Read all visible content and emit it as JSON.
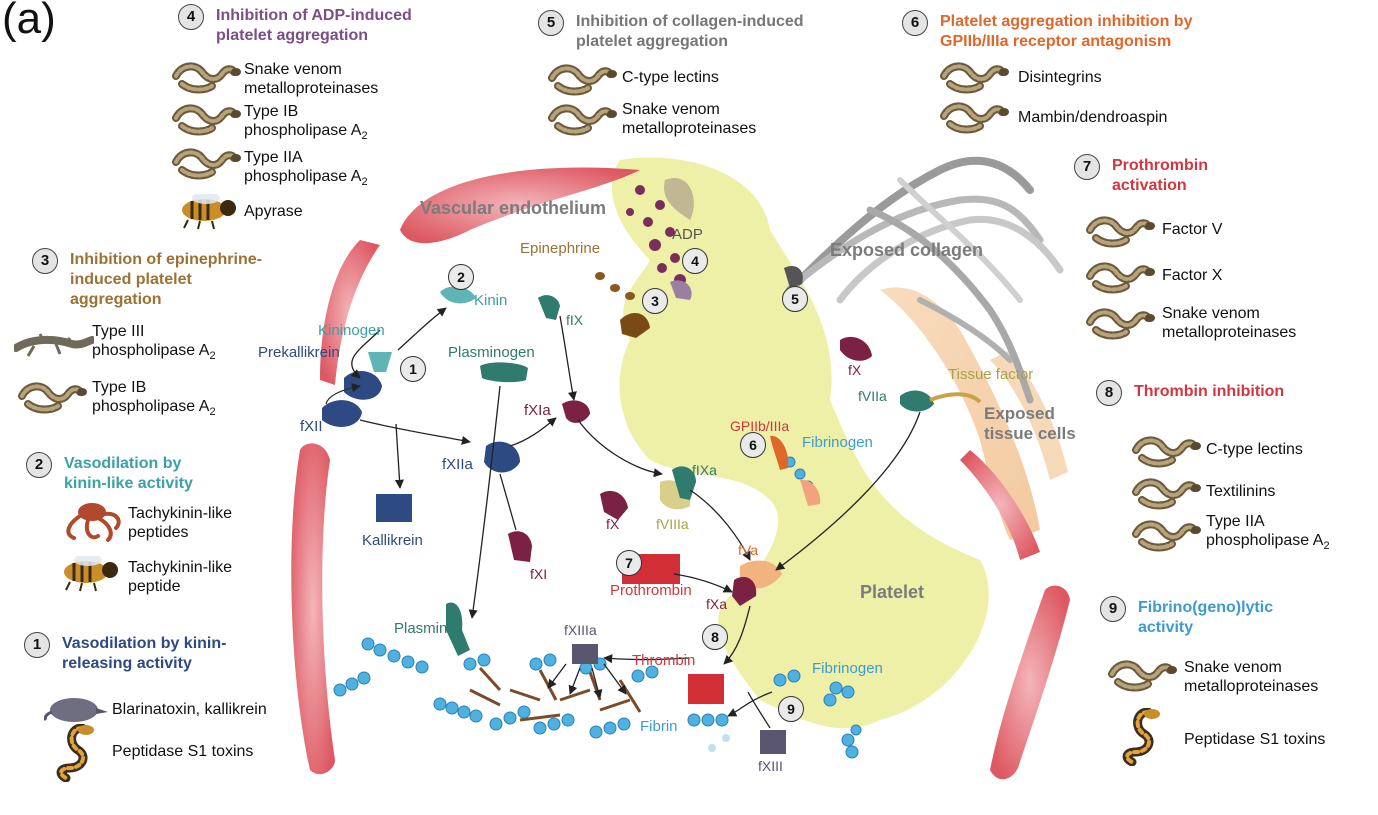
{
  "panel_label": "(a)",
  "colors": {
    "purple": "#7a4f86",
    "gray": "#767676",
    "orange": "#e0672a",
    "red": "#d2363e",
    "brown": "#9c7234",
    "teal": "#3aa1a6",
    "navy": "#2d4a82",
    "blue": "#3d9ad3",
    "platelet": "#eef0a7",
    "endothelium": "#e56b73"
  },
  "categories": [
    {
      "num": "1",
      "title": [
        "Vasodilation by kinin-",
        "releasing  activity"
      ],
      "color": "navy",
      "items": [
        {
          "icon": "shrew-icon",
          "text": [
            "Blarinatoxin, kallikrein"
          ]
        },
        {
          "icon": "lizard-icon",
          "text": [
            "Peptidase S1 toxins"
          ]
        }
      ]
    },
    {
      "num": "2",
      "title": [
        "Vasodilation by",
        "kinin-like activity"
      ],
      "color": "teal",
      "items": [
        {
          "icon": "octopus-icon",
          "text": [
            "Tachykinin-like",
            "peptides"
          ]
        },
        {
          "icon": "bee-icon",
          "text": [
            "Tachykinin-like",
            "peptide"
          ]
        }
      ]
    },
    {
      "num": "3",
      "title": [
        "Inhibition of epinephrine-",
        "induced platelet",
        "aggregation"
      ],
      "color": "brown",
      "items": [
        {
          "icon": "lizard-icon",
          "text": [
            "Type III",
            "phospholipase A2"
          ]
        },
        {
          "icon": "snake-icon",
          "text": [
            "Type IB",
            "phospholipase A2"
          ]
        }
      ]
    },
    {
      "num": "4",
      "title": [
        "Inhibition of ADP-induced",
        "platelet aggregation"
      ],
      "color": "purple",
      "items": [
        {
          "icon": "snake-icon",
          "text": [
            "Snake venom",
            "metalloproteinases"
          ]
        },
        {
          "icon": "snake-icon",
          "text": [
            "Type IB",
            "phospholipase A2"
          ]
        },
        {
          "icon": "snake-icon",
          "text": [
            "Type IIA",
            "phospholipase A2"
          ]
        },
        {
          "icon": "bee-icon",
          "text": [
            "Apyrase"
          ]
        }
      ]
    },
    {
      "num": "5",
      "title": [
        "Inhibition of collagen-induced",
        "platelet aggregation"
      ],
      "color": "gray",
      "items": [
        {
          "icon": "snake-icon",
          "text": [
            "C-type lectins"
          ]
        },
        {
          "icon": "snake-icon",
          "text": [
            "Snake venom",
            "metalloproteinases"
          ]
        }
      ]
    },
    {
      "num": "6",
      "title": [
        "Platelet aggregation inhibition by",
        "GPIIb/IIIa receptor antagonism"
      ],
      "color": "orange",
      "items": [
        {
          "icon": "snake-icon",
          "text": [
            "Disintegrins"
          ]
        },
        {
          "icon": "snake-icon",
          "text": [
            "Mambin/dendroaspin"
          ]
        }
      ]
    },
    {
      "num": "7",
      "title": [
        "Prothrombin",
        "activation"
      ],
      "color": "red",
      "items": [
        {
          "icon": "snake-icon",
          "text": [
            "Factor V"
          ]
        },
        {
          "icon": "snake-icon",
          "text": [
            "Factor X"
          ]
        },
        {
          "icon": "snake-icon",
          "text": [
            "Snake venom",
            "metalloproteinases"
          ]
        }
      ]
    },
    {
      "num": "8",
      "title": [
        "Thrombin inhibition"
      ],
      "color": "red",
      "items": [
        {
          "icon": "snake-icon",
          "text": [
            "C-type lectins"
          ]
        },
        {
          "icon": "snake-icon",
          "text": [
            "Textilinins"
          ]
        },
        {
          "icon": "snake-icon",
          "text": [
            "Type IIA",
            "phospholipase A2"
          ]
        }
      ]
    },
    {
      "num": "9",
      "title": [
        "Fibrino(geno)lytic",
        "activity"
      ],
      "color": "blue",
      "items": [
        {
          "icon": "snake-icon",
          "text": [
            "Snake venom",
            "metalloproteinases"
          ]
        },
        {
          "icon": "cobra-icon",
          "text": [
            "Peptidase S1 toxins"
          ]
        }
      ]
    }
  ],
  "regions": {
    "vascular_endothelium": "Vascular endothelium",
    "exposed_collagen": "Exposed collagen",
    "exposed_tissue_cells": [
      "Exposed",
      "tissue cells"
    ],
    "platelet": "Platelet"
  },
  "molecules": {
    "adp": "ADP",
    "epinephrine": "Epinephrine",
    "kinin": "Kinin",
    "kininogen": "Kininogen",
    "prekallikrein": "Prekallikrein",
    "fxii": "fXII",
    "fxiia": "fXIIa",
    "kallikrein": "Kallikrein",
    "plasminogen": "Plasminogen",
    "plasmin": "Plasmin",
    "fix": "fIX",
    "fxia": "fXIa",
    "fxi": "fXI",
    "fixa": "fIXa",
    "fviiia": "fVIIIa",
    "fx_left": "fX",
    "fx_right": "fX",
    "fviia": "fVIIa",
    "tissue_factor": "Tissue factor",
    "gpiib": "GPIIb/IIIa",
    "fibrinogen_top": "Fibrinogen",
    "fva": "fVa",
    "fxa": "fXa",
    "prothrombin": "Prothrombin",
    "thrombin": "Thrombin",
    "fxiiia": "fXIIIa",
    "fxiii": "fXIII",
    "fibrin": "Fibrin",
    "fibrinogen_bottom": "Fibrinogen"
  },
  "site_markers": [
    "1",
    "2",
    "3",
    "4",
    "5",
    "6",
    "7",
    "8",
    "9"
  ]
}
